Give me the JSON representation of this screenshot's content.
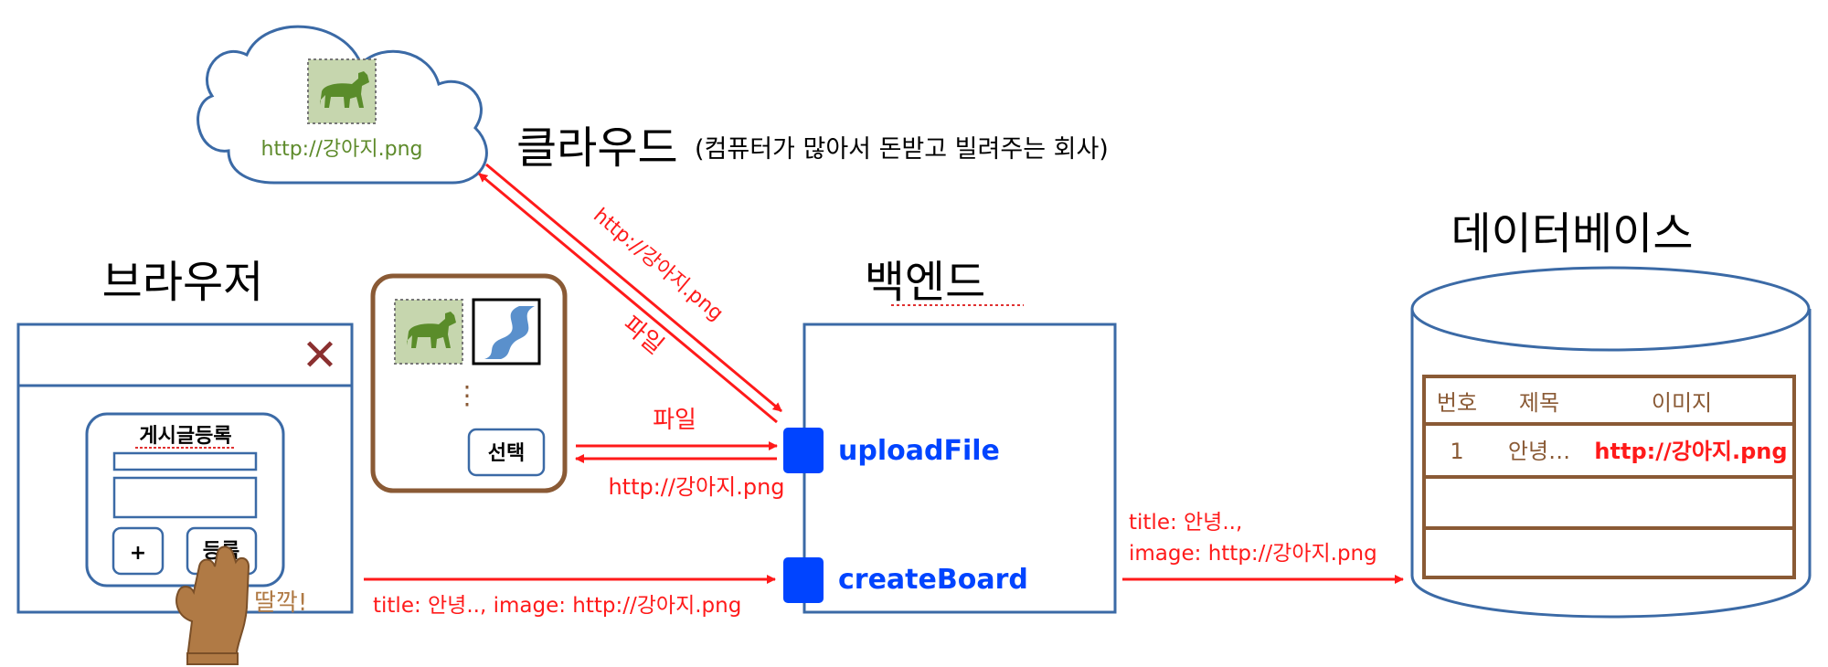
{
  "cloud": {
    "url_label": "http://강아지.png",
    "title": "클라우드",
    "subtitle": "(컴퓨터가 많아서 돈받고 빌려주는 회사)"
  },
  "browser": {
    "title": "브라우저",
    "close_glyph": "✕",
    "form_title": "게시글등록",
    "plus_label": "+",
    "register_label": "등록",
    "click_text": "딸깍!"
  },
  "file_dialog": {
    "ellipsis": "⋮",
    "select_label": "선택"
  },
  "backend": {
    "title": "백엔드",
    "upload_label": "uploadFile",
    "create_label": "createBoard"
  },
  "database": {
    "title": "데이터베이스",
    "table": {
      "headers": [
        "번호",
        "제목",
        "이미지"
      ],
      "rows": [
        [
          "1",
          "안녕…",
          "http://강아지.png"
        ]
      ]
    }
  },
  "arrows": {
    "to_cloud_url": "http://강아지.png",
    "to_cloud_file": "파일",
    "file_to_backend": "파일",
    "backend_to_file": "http://강아지.png",
    "browser_to_create": "title: 안녕.., image: http://강아지.png",
    "create_to_db_line1": "title: 안녕..,",
    "create_to_db_line2": "image: http://강아지.png"
  },
  "colors": {
    "red": "#ff1a1a",
    "blue_stroke": "#3b6aa6",
    "brown": "#8a5a35",
    "backend_blue": "#0044ff",
    "green_text": "#5d8a2a"
  }
}
